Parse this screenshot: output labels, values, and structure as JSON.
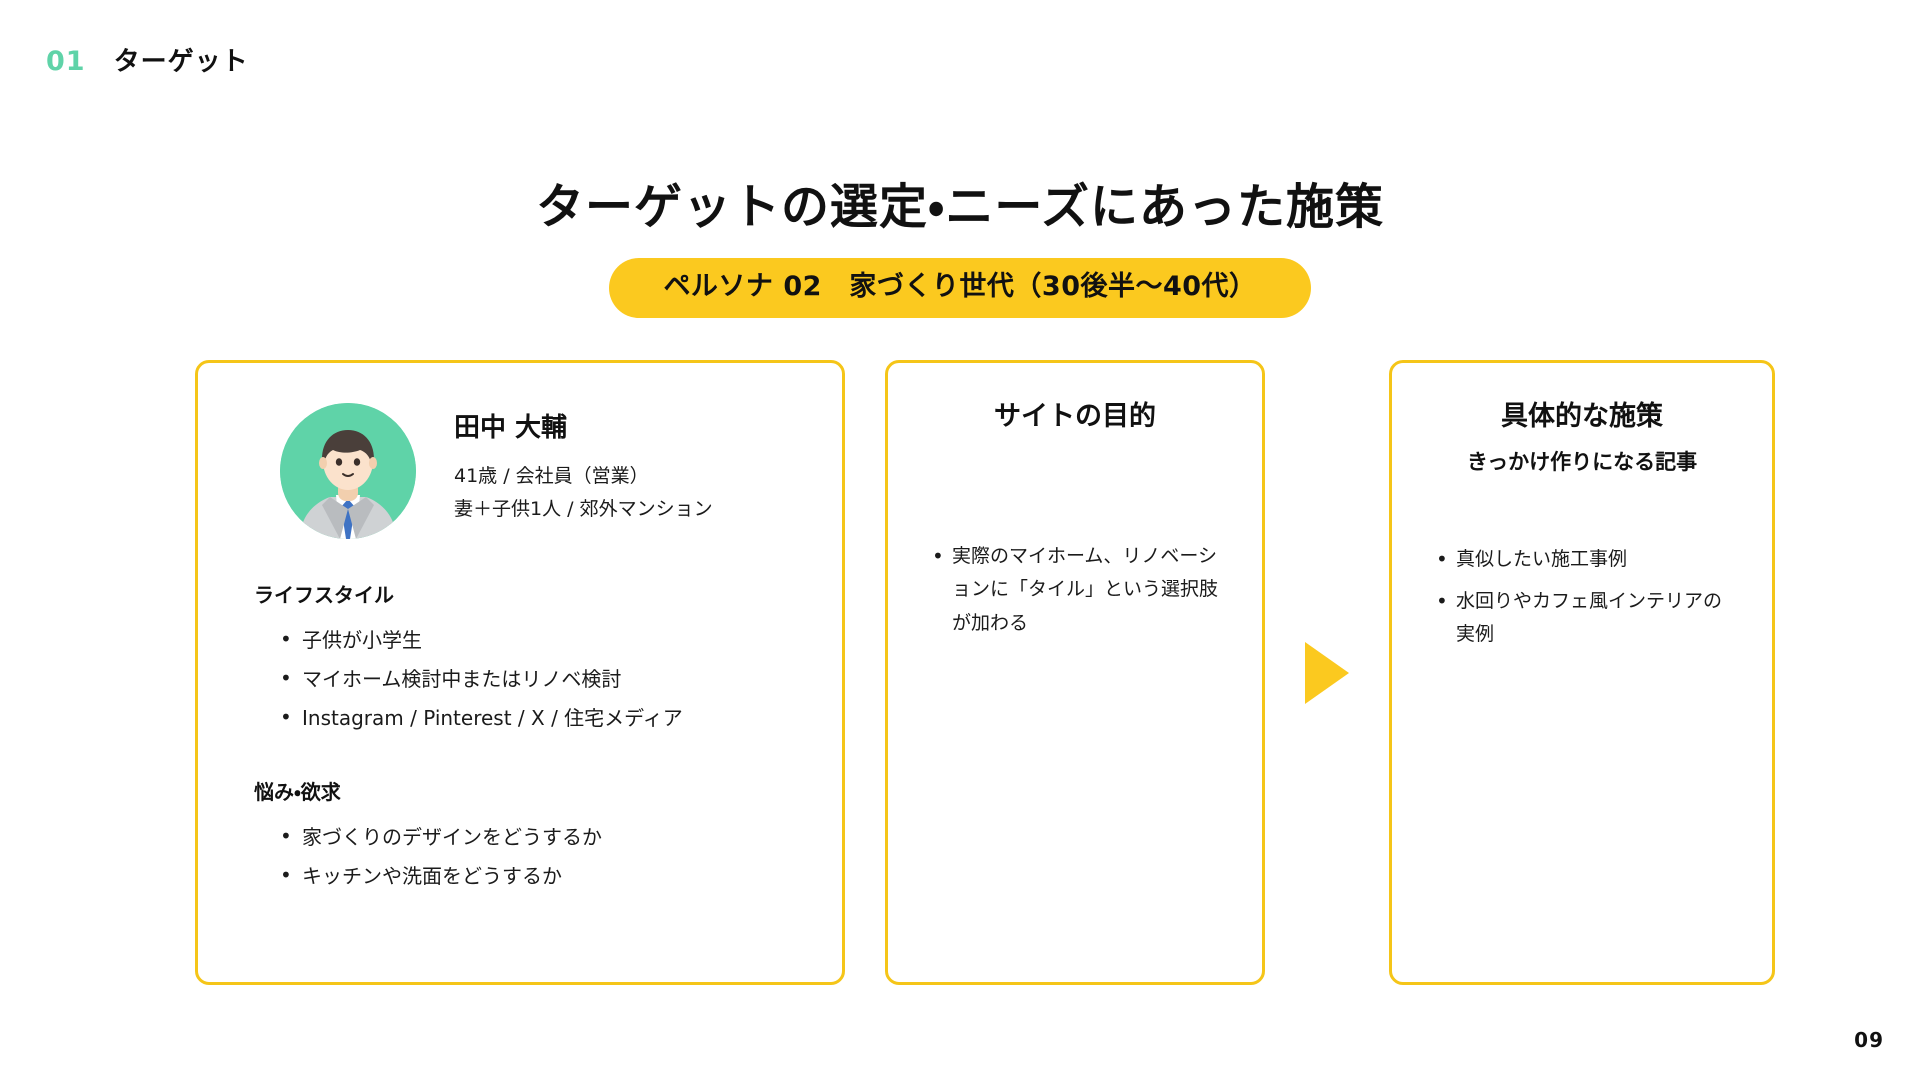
{
  "header": {
    "section_number": "01",
    "section_label": "ターゲット"
  },
  "title": "ターゲットの選定・ニーズにあった施策",
  "persona_badge": "ペルソナ 02　家づくり世代（30後半〜40代）",
  "colors": {
    "accent_yellow": "#fbc91f",
    "card_border": "#f5c518",
    "accent_green": "#5fd3a8",
    "text": "#111111"
  },
  "persona_card": {
    "avatar_icon": "person-avatar-icon",
    "name": "田中 大輔",
    "line1": "41歳 / 会社員（営業）",
    "line2": "妻＋子供1人 / 郊外マンション",
    "groups": [
      {
        "title": "ライフスタイル",
        "items": [
          "子供が小学生",
          "マイホーム検討中またはリノベ検討",
          "Instagram / Pinterest / X / 住宅メディア"
        ]
      },
      {
        "title": "悩み・欲求",
        "items": [
          "家づくりのデザインをどうするか",
          "キッチンや洗面をどうするか"
        ]
      }
    ]
  },
  "purpose_card": {
    "heading": "サイトの目的",
    "items": [
      "実際のマイホーム、リノベーションに「タイル」という選択肢が加わる"
    ]
  },
  "arrow_icon": "arrow-right-icon",
  "measures_card": {
    "heading": "具体的な施策",
    "subheading": "きっかけ作りになる記事",
    "items": [
      "真似したい施工事例",
      "水回りやカフェ風インテリアの実例"
    ]
  },
  "page_number": "09"
}
